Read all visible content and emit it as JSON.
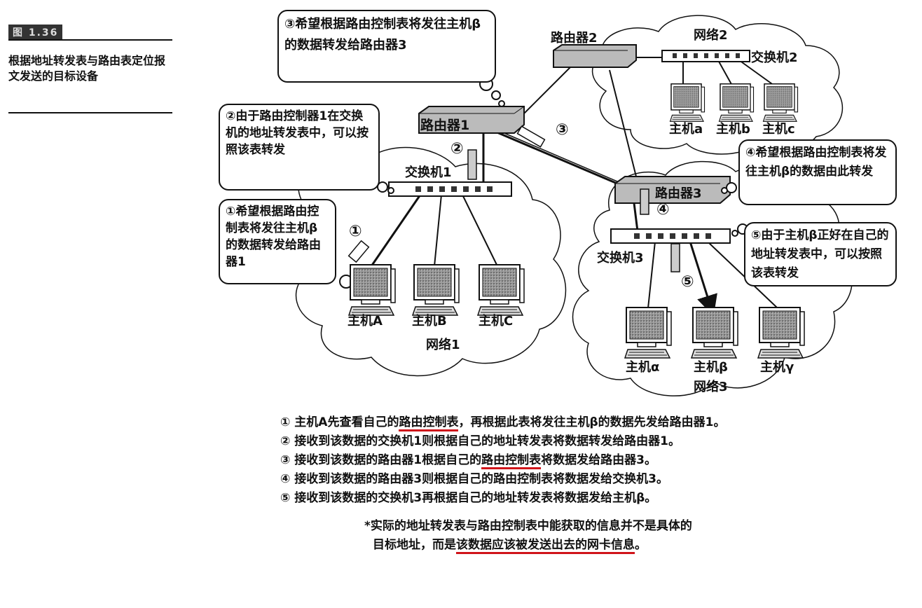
{
  "figure": {
    "label": "图 1.36",
    "caption": "根据地址转发表与路由表定位报文发送的目标设备"
  },
  "networks": {
    "net1": "网络1",
    "net2": "网络2",
    "net3": "网络3"
  },
  "devices": {
    "router1": "路由器1",
    "router2": "路由器2",
    "router3": "路由器3",
    "switch1": "交换机1",
    "switch2": "交换机2",
    "switch3": "交换机3"
  },
  "hosts": {
    "A": "主机A",
    "B": "主机B",
    "C": "主机C",
    "a": "主机a",
    "b": "主机b",
    "c": "主机c",
    "alpha": "主机α",
    "beta": "主机β",
    "gamma": "主机γ"
  },
  "markers": {
    "m1": "①",
    "m2": "②",
    "m3": "③",
    "m4": "④",
    "m5": "⑤"
  },
  "bubbles": {
    "b1": "①希望根据路由控制表将发往主机β的数据转发给路由器1",
    "b2": "②由于路由控制器1在交换机的地址转发表中，可以按照该表转发",
    "b3": "③希望根据路由控制表将发往主机β的数据转发给路由器3",
    "b4": "④希望根据路由控制表将发往主机β的数据由此转发",
    "b5": "⑤由于主机β正好在自己的地址转发表中，可以按照该表转发"
  },
  "steps": {
    "s1_pre": "① 主机A先查看自己的",
    "s1_hl": "路由控制表",
    "s1_post": "，再根据此表将发往主机β的数据先发给路由器1。",
    "s2": "② 接收到该数据的交换机1则根据自己的地址转发表将数据转发给路由器1。",
    "s3_pre": "③ 接收到该数据的路由器1根据自己的",
    "s3_hl": "路由控制表",
    "s3_post": "将数据发给路由器3。",
    "s4": "④ 接收到该数据的路由器3则根据自己的路由控制表将数据发给交换机3。",
    "s5": "⑤ 接收到该数据的交换机3再根据自己的地址转发表将数据发给主机β。"
  },
  "note": {
    "line1": "*实际的地址转发表与路由控制表中能获取的信息并不是具体的",
    "line2_pre": "目标地址，而是",
    "line2_hl": "该数据应该被发送出去的网卡信息",
    "line2_post": "。"
  },
  "colors": {
    "highlight": "#d0141a",
    "ink": "#111111"
  }
}
